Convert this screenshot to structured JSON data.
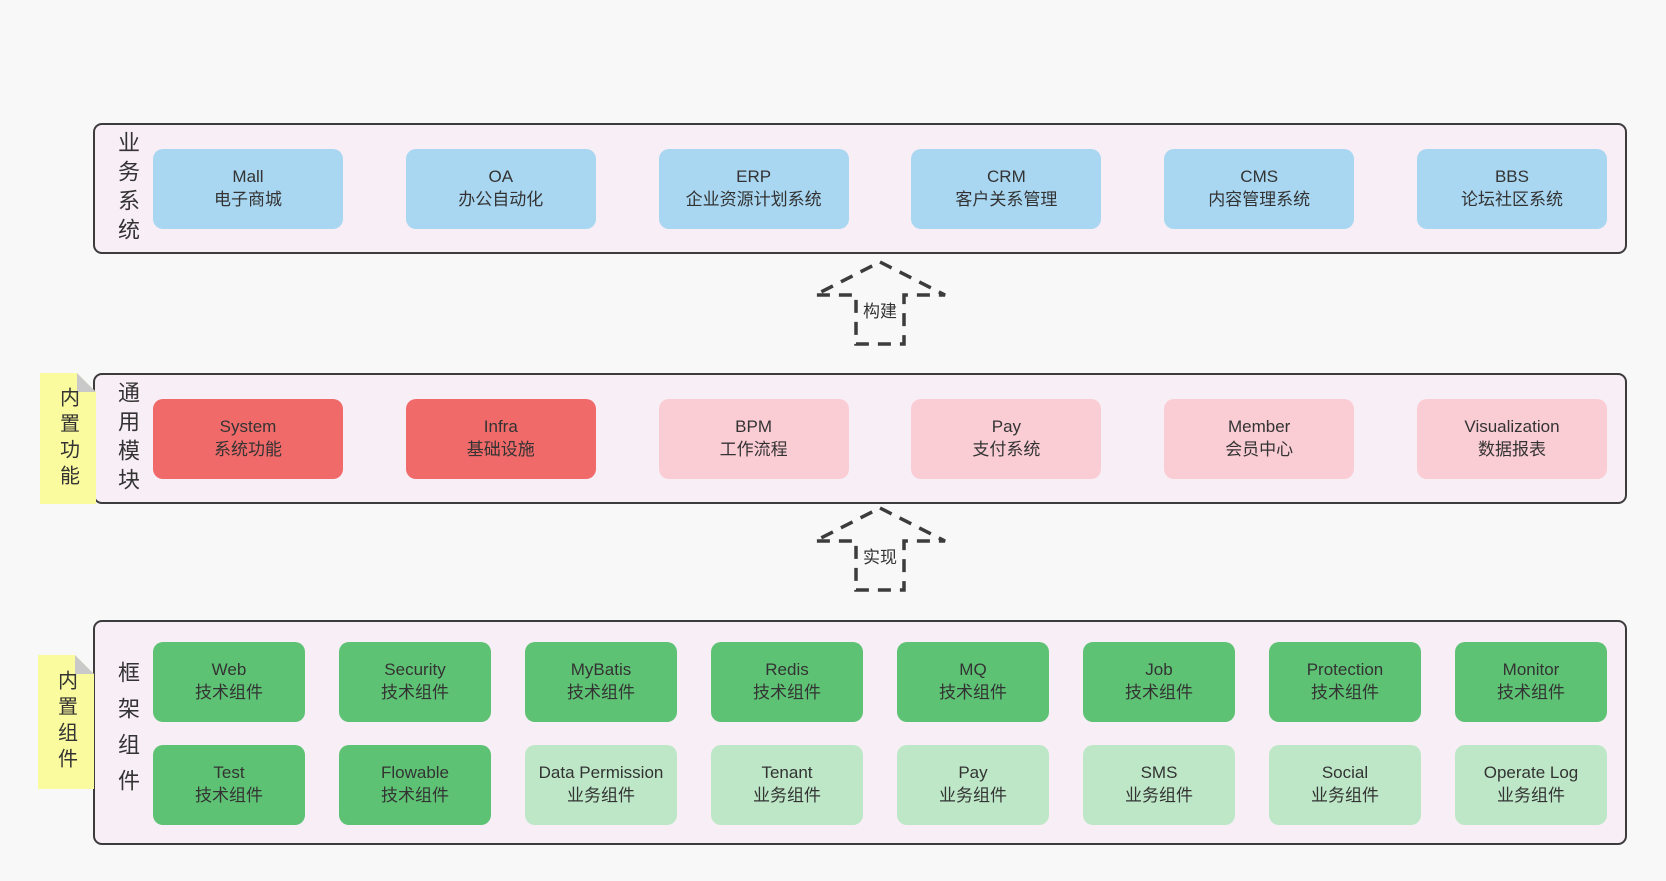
{
  "layers": [
    {
      "label": "业务系统",
      "boxes": [
        {
          "name": "Mall",
          "desc": "电子商城"
        },
        {
          "name": "OA",
          "desc": "办公自动化"
        },
        {
          "name": "ERP",
          "desc": "企业资源计划系统"
        },
        {
          "name": "CRM",
          "desc": "客户关系管理"
        },
        {
          "name": "CMS",
          "desc": "内容管理系统"
        },
        {
          "name": "BBS",
          "desc": "论坛社区系统"
        }
      ]
    },
    {
      "label": "通用模块",
      "note": "内置功能",
      "boxes": [
        {
          "name": "System",
          "desc": "系统功能"
        },
        {
          "name": "Infra",
          "desc": "基础设施"
        },
        {
          "name": "BPM",
          "desc": "工作流程"
        },
        {
          "name": "Pay",
          "desc": "支付系统"
        },
        {
          "name": "Member",
          "desc": "会员中心"
        },
        {
          "name": "Visualization",
          "desc": "数据报表"
        }
      ]
    },
    {
      "label": "框架组件",
      "note": "内置组件",
      "row1": [
        {
          "name": "Web",
          "desc": "技术组件"
        },
        {
          "name": "Security",
          "desc": "技术组件"
        },
        {
          "name": "MyBatis",
          "desc": "技术组件"
        },
        {
          "name": "Redis",
          "desc": "技术组件"
        },
        {
          "name": "MQ",
          "desc": "技术组件"
        },
        {
          "name": "Job",
          "desc": "技术组件"
        },
        {
          "name": "Protection",
          "desc": "技术组件"
        },
        {
          "name": "Monitor",
          "desc": "技术组件"
        }
      ],
      "row2": [
        {
          "name": "Test",
          "desc": "技术组件"
        },
        {
          "name": "Flowable",
          "desc": "技术组件"
        },
        {
          "name": "Data Permission",
          "desc": "业务组件"
        },
        {
          "name": "Tenant",
          "desc": "业务组件"
        },
        {
          "name": "Pay",
          "desc": "业务组件"
        },
        {
          "name": "SMS",
          "desc": "业务组件"
        },
        {
          "name": "Social",
          "desc": "业务组件"
        },
        {
          "name": "Operate Log",
          "desc": "业务组件"
        }
      ]
    }
  ],
  "arrows": [
    {
      "label": "构建"
    },
    {
      "label": "实现"
    }
  ],
  "colors": {
    "page_bg": "#f8f8f8",
    "container_bg": "#f8eef6",
    "border": "#3c3c3c",
    "blue": "#a9d7f2",
    "red": "#f06a6a",
    "pink": "#facdd5",
    "green_dark": "#5ec274",
    "green_light": "#bde7c7",
    "sticky_yellow": "#fafa9e",
    "text": "#333333"
  }
}
